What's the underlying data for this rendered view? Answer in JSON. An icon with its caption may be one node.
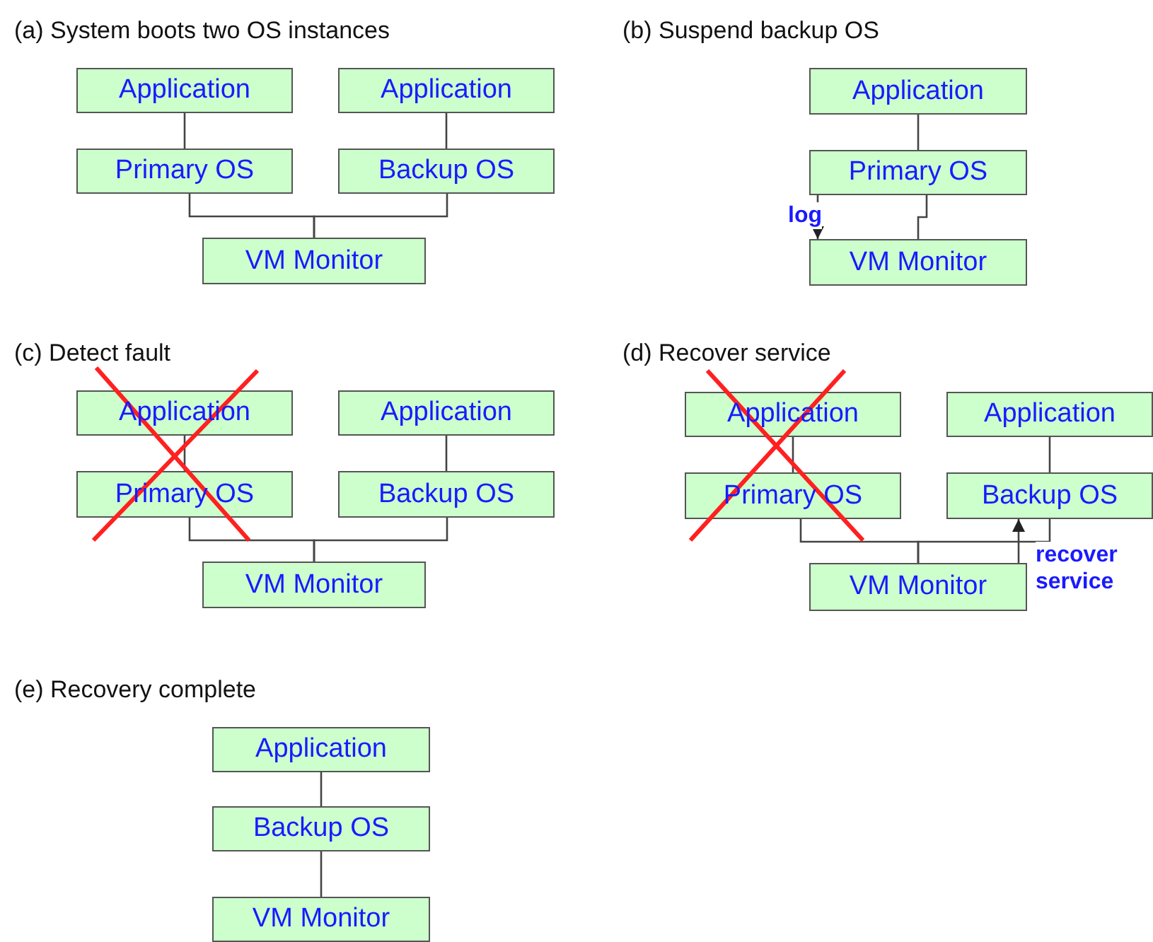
{
  "diagram": {
    "nodes": [
      {
        "text": [
          "Application"
        ]
      },
      {
        "text": [
          "Application"
        ]
      },
      {
        "text": [
          "Primary OS"
        ]
      },
      {
        "text": [
          "Backup OS"
        ]
      },
      {
        "text": [
          "VM Monitor"
        ]
      },
      {
        "text": [
          "Application"
        ]
      },
      {
        "text": [
          "Primary OS"
        ]
      },
      {
        "text": [
          "VM Monitor"
        ]
      },
      {
        "text": [
          "Application"
        ]
      },
      {
        "text": [
          "Application"
        ]
      },
      {
        "text": [
          "Primary OS"
        ]
      },
      {
        "text": [
          "Backup OS"
        ]
      },
      {
        "text": [
          "VM Monitor"
        ]
      },
      {
        "text": [
          "Application"
        ]
      },
      {
        "text": [
          "Application"
        ]
      },
      {
        "text": [
          "Primary OS"
        ]
      },
      {
        "text": [
          "Backup OS"
        ]
      },
      {
        "text": [
          "VM Monitor"
        ]
      },
      {
        "text": [
          "Application"
        ]
      },
      {
        "text": [
          "Backup OS"
        ]
      },
      {
        "text": [
          "VM Monitor"
        ]
      }
    ],
    "edges": [
      {
        "from": 0,
        "to": 2,
        "arrow": "none"
      },
      {
        "from": 1,
        "to": 3,
        "arrow": "none"
      },
      {
        "from": 2,
        "to": 4,
        "arrow": "none"
      },
      {
        "from": 3,
        "to": 4,
        "arrow": "none"
      },
      {
        "from": 5,
        "to": 6,
        "arrow": "none"
      },
      {
        "from": 6,
        "to": 7,
        "arrow": "none"
      },
      {
        "from": 6,
        "to": 7,
        "arrow": "to",
        "label": "log"
      },
      {
        "from": 8,
        "to": 10,
        "arrow": "none"
      },
      {
        "from": 9,
        "to": 11,
        "arrow": "none"
      },
      {
        "from": 10,
        "to": 12,
        "arrow": "none"
      },
      {
        "from": 11,
        "to": 12,
        "arrow": "none"
      },
      {
        "from": 13,
        "to": 15,
        "arrow": "none"
      },
      {
        "from": 14,
        "to": 16,
        "arrow": "none"
      },
      {
        "from": 15,
        "to": 17,
        "arrow": "none"
      },
      {
        "from": 16,
        "to": 17,
        "arrow": "none"
      },
      {
        "from": 17,
        "to": 16,
        "arrow": "to",
        "label": "recover service"
      },
      {
        "from": 18,
        "to": 19,
        "arrow": "none"
      },
      {
        "from": 19,
        "to": 20,
        "arrow": "none"
      }
    ],
    "labels": [
      "(a) System boots two OS instances",
      "(b) Suspend backup OS",
      "(c) Detect fault",
      "(d) Recover service",
      "(e)  Recovery complete"
    ]
  }
}
